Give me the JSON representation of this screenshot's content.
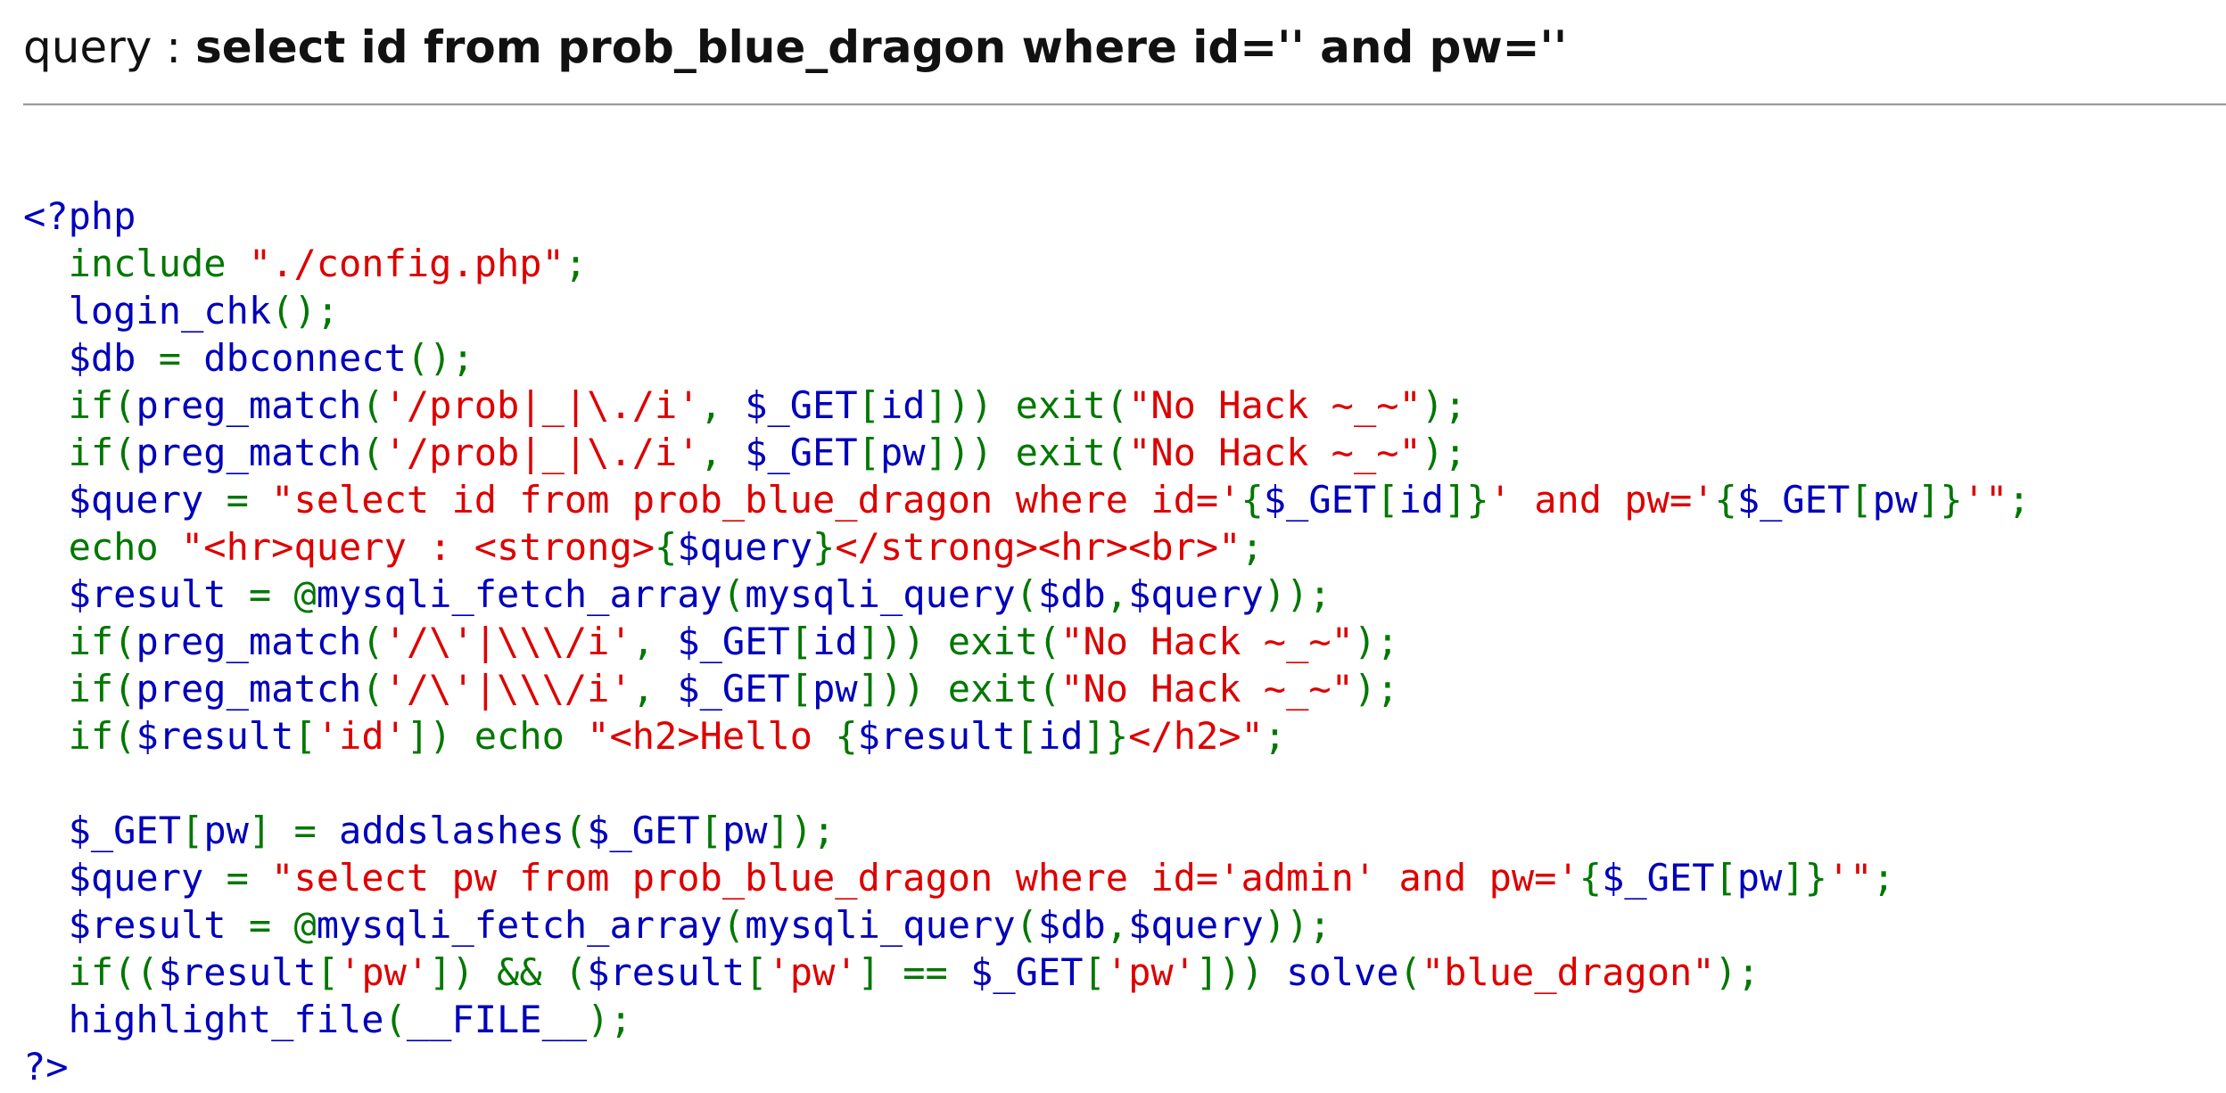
{
  "header": {
    "query_prefix": "query : ",
    "query_text": "select id from prob_blue_dragon where id='' and pw=''"
  },
  "colors": {
    "default": "#0000bb",
    "keyword": "#007700",
    "string": "#dd0000"
  },
  "source_lines": [
    [
      [
        "d",
        "<?php"
      ]
    ],
    [
      [
        "k",
        "  include "
      ],
      [
        "s",
        "\"./config.php\""
      ],
      [
        "k",
        ";"
      ]
    ],
    [
      [
        "d",
        "  login_chk"
      ],
      [
        "k",
        "();"
      ]
    ],
    [
      [
        "d",
        "  $db "
      ],
      [
        "k",
        "= "
      ],
      [
        "d",
        "dbconnect"
      ],
      [
        "k",
        "();"
      ]
    ],
    [
      [
        "k",
        "  if("
      ],
      [
        "d",
        "preg_match"
      ],
      [
        "k",
        "("
      ],
      [
        "s",
        "'/prob|_|\\./i'"
      ],
      [
        "k",
        ", "
      ],
      [
        "d",
        "$_GET"
      ],
      [
        "k",
        "["
      ],
      [
        "d",
        "id"
      ],
      [
        "k",
        "])) exit("
      ],
      [
        "s",
        "\"No Hack ~_~\""
      ],
      [
        "k",
        ");"
      ]
    ],
    [
      [
        "k",
        "  if("
      ],
      [
        "d",
        "preg_match"
      ],
      [
        "k",
        "("
      ],
      [
        "s",
        "'/prob|_|\\./i'"
      ],
      [
        "k",
        ", "
      ],
      [
        "d",
        "$_GET"
      ],
      [
        "k",
        "["
      ],
      [
        "d",
        "pw"
      ],
      [
        "k",
        "])) exit("
      ],
      [
        "s",
        "\"No Hack ~_~\""
      ],
      [
        "k",
        ");"
      ]
    ],
    [
      [
        "d",
        "  $query "
      ],
      [
        "k",
        "= "
      ],
      [
        "s",
        "\"select id from prob_blue_dragon where id='"
      ],
      [
        "k",
        "{"
      ],
      [
        "d",
        "$_GET"
      ],
      [
        "k",
        "["
      ],
      [
        "d",
        "id"
      ],
      [
        "k",
        "]}"
      ],
      [
        "s",
        "' and pw='"
      ],
      [
        "k",
        "{"
      ],
      [
        "d",
        "$_GET"
      ],
      [
        "k",
        "["
      ],
      [
        "d",
        "pw"
      ],
      [
        "k",
        "]}"
      ],
      [
        "s",
        "'\""
      ],
      [
        "k",
        ";"
      ]
    ],
    [
      [
        "k",
        "  echo "
      ],
      [
        "s",
        "\"<hr>query : <strong>"
      ],
      [
        "k",
        "{"
      ],
      [
        "d",
        "$query"
      ],
      [
        "k",
        "}"
      ],
      [
        "s",
        "</strong><hr><br>\""
      ],
      [
        "k",
        ";"
      ]
    ],
    [
      [
        "d",
        "  $result "
      ],
      [
        "k",
        "= @"
      ],
      [
        "d",
        "mysqli_fetch_array"
      ],
      [
        "k",
        "("
      ],
      [
        "d",
        "mysqli_query"
      ],
      [
        "k",
        "("
      ],
      [
        "d",
        "$db"
      ],
      [
        "k",
        ","
      ],
      [
        "d",
        "$query"
      ],
      [
        "k",
        "));"
      ]
    ],
    [
      [
        "k",
        "  if("
      ],
      [
        "d",
        "preg_match"
      ],
      [
        "k",
        "("
      ],
      [
        "s",
        "'/\\'|\\\\\\/i'"
      ],
      [
        "k",
        ", "
      ],
      [
        "d",
        "$_GET"
      ],
      [
        "k",
        "["
      ],
      [
        "d",
        "id"
      ],
      [
        "k",
        "])) exit("
      ],
      [
        "s",
        "\"No Hack ~_~\""
      ],
      [
        "k",
        ");"
      ]
    ],
    [
      [
        "k",
        "  if("
      ],
      [
        "d",
        "preg_match"
      ],
      [
        "k",
        "("
      ],
      [
        "s",
        "'/\\'|\\\\\\/i'"
      ],
      [
        "k",
        ", "
      ],
      [
        "d",
        "$_GET"
      ],
      [
        "k",
        "["
      ],
      [
        "d",
        "pw"
      ],
      [
        "k",
        "])) exit("
      ],
      [
        "s",
        "\"No Hack ~_~\""
      ],
      [
        "k",
        ");"
      ]
    ],
    [
      [
        "k",
        "  if("
      ],
      [
        "d",
        "$result"
      ],
      [
        "k",
        "["
      ],
      [
        "s",
        "'id'"
      ],
      [
        "k",
        "]) echo "
      ],
      [
        "s",
        "\"<h2>Hello "
      ],
      [
        "k",
        "{"
      ],
      [
        "d",
        "$result"
      ],
      [
        "k",
        "["
      ],
      [
        "d",
        "id"
      ],
      [
        "k",
        "]}"
      ],
      [
        "s",
        "</h2>\""
      ],
      [
        "k",
        ";"
      ]
    ],
    [
      [
        "d",
        " "
      ]
    ],
    [
      [
        "d",
        "  $_GET"
      ],
      [
        "k",
        "["
      ],
      [
        "d",
        "pw"
      ],
      [
        "k",
        "] = "
      ],
      [
        "d",
        "addslashes"
      ],
      [
        "k",
        "("
      ],
      [
        "d",
        "$_GET"
      ],
      [
        "k",
        "["
      ],
      [
        "d",
        "pw"
      ],
      [
        "k",
        "]);"
      ]
    ],
    [
      [
        "d",
        "  $query "
      ],
      [
        "k",
        "= "
      ],
      [
        "s",
        "\"select pw from prob_blue_dragon where id='admin' and pw='"
      ],
      [
        "k",
        "{"
      ],
      [
        "d",
        "$_GET"
      ],
      [
        "k",
        "["
      ],
      [
        "d",
        "pw"
      ],
      [
        "k",
        "]}"
      ],
      [
        "s",
        "'\""
      ],
      [
        "k",
        ";"
      ]
    ],
    [
      [
        "d",
        "  $result "
      ],
      [
        "k",
        "= @"
      ],
      [
        "d",
        "mysqli_fetch_array"
      ],
      [
        "k",
        "("
      ],
      [
        "d",
        "mysqli_query"
      ],
      [
        "k",
        "("
      ],
      [
        "d",
        "$db"
      ],
      [
        "k",
        ","
      ],
      [
        "d",
        "$query"
      ],
      [
        "k",
        "));"
      ]
    ],
    [
      [
        "k",
        "  if(("
      ],
      [
        "d",
        "$result"
      ],
      [
        "k",
        "["
      ],
      [
        "s",
        "'pw'"
      ],
      [
        "k",
        "]) && ("
      ],
      [
        "d",
        "$result"
      ],
      [
        "k",
        "["
      ],
      [
        "s",
        "'pw'"
      ],
      [
        "k",
        "] == "
      ],
      [
        "d",
        "$_GET"
      ],
      [
        "k",
        "["
      ],
      [
        "s",
        "'pw'"
      ],
      [
        "k",
        "])) "
      ],
      [
        "d",
        "solve"
      ],
      [
        "k",
        "("
      ],
      [
        "s",
        "\"blue_dragon\""
      ],
      [
        "k",
        ");"
      ]
    ],
    [
      [
        "d",
        "  highlight_file"
      ],
      [
        "k",
        "("
      ],
      [
        "d",
        "__FILE__"
      ],
      [
        "k",
        ");"
      ]
    ],
    [
      [
        "d",
        "?>"
      ]
    ]
  ]
}
